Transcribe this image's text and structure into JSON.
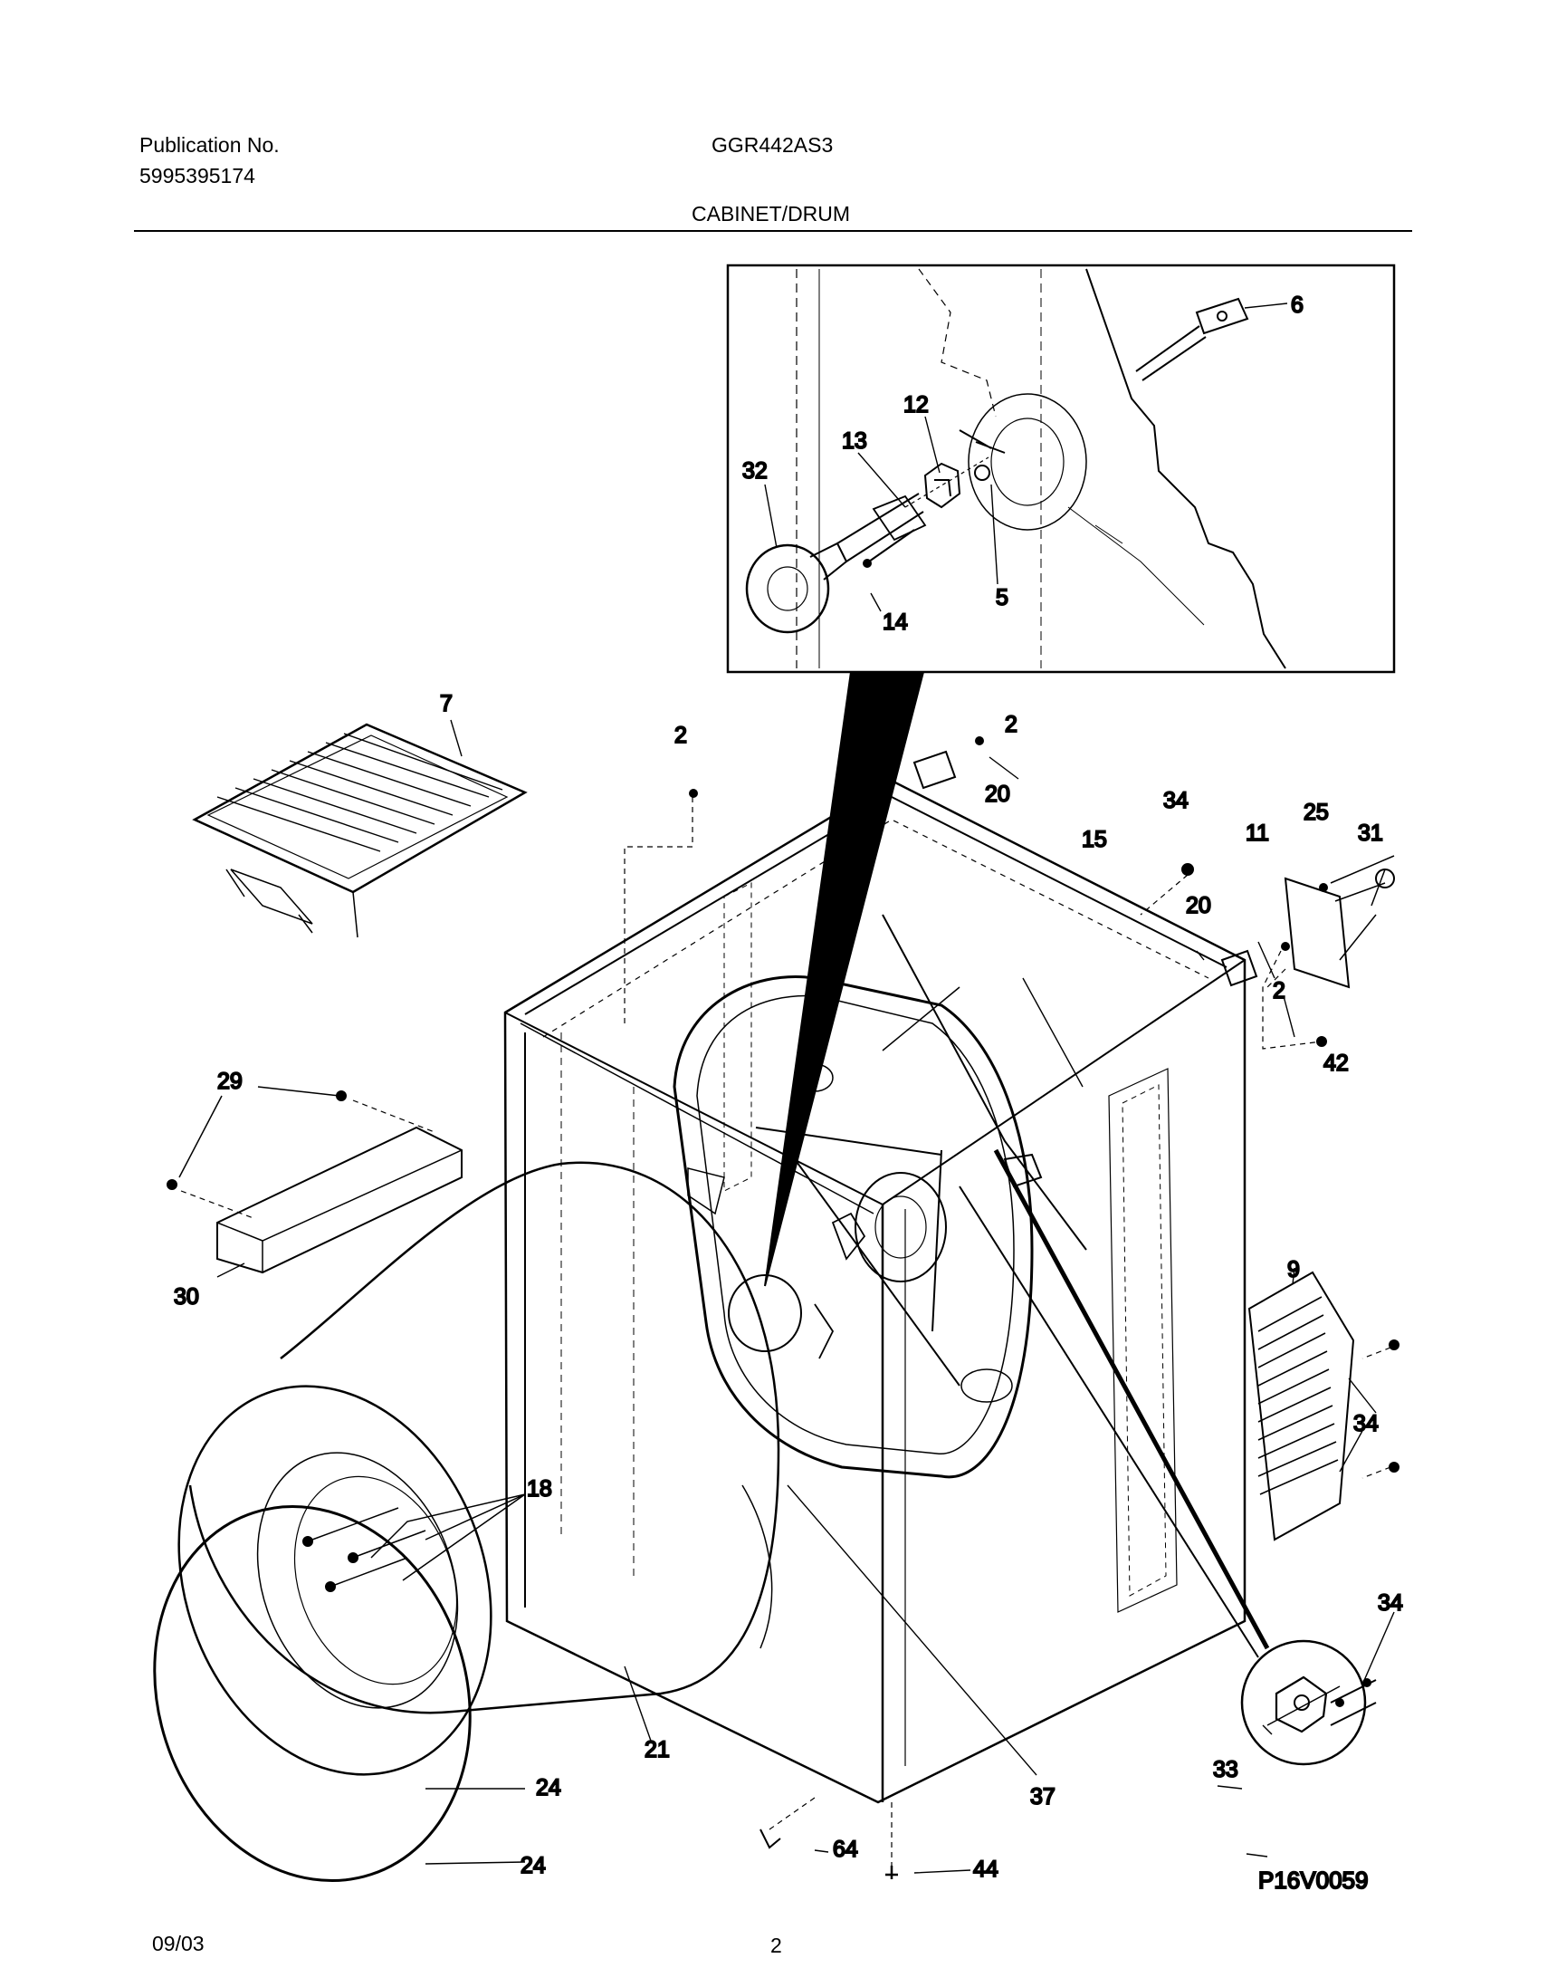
{
  "header": {
    "publication_label": "Publication No.",
    "publication_number": "5995395174",
    "model": "GGR442AS3",
    "section_title": "CABINET/DRUM"
  },
  "footer": {
    "date": "09/03",
    "page_number": "2",
    "drawing_code": "P16V0059"
  },
  "callouts": {
    "c6": "6",
    "c12": "12",
    "c13": "13",
    "c32": "32",
    "c5": "5",
    "c14": "14",
    "c7": "7",
    "c2a": "2",
    "c2b": "2",
    "c20a": "20",
    "c34a": "34",
    "c25": "25",
    "c11": "11",
    "c31": "31",
    "c15": "15",
    "c20b": "20",
    "c2c": "2",
    "c42": "42",
    "c29": "29",
    "c30": "30",
    "c9": "9",
    "c34b": "34",
    "c18": "18",
    "c34c": "34",
    "c33": "33",
    "c21": "21",
    "c37": "37",
    "c24a": "24",
    "c24b": "24",
    "c64": "64",
    "c44": "44"
  }
}
